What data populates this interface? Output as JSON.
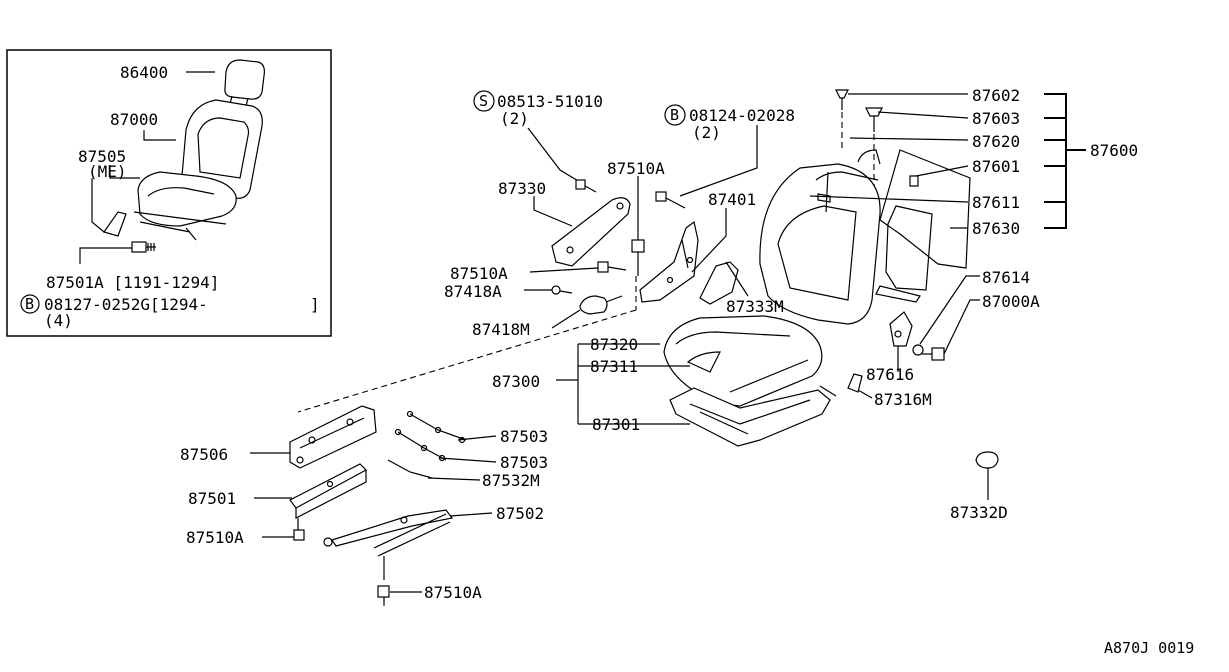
{
  "inset": {
    "labels": {
      "headrest": "86400",
      "seat_assembly": "87000",
      "cover": "87505",
      "cover_note": "(ME)",
      "bolt_a": "87501A [1191-1294]",
      "bolt_b_circle": "B",
      "bolt_b": "08127-0252G[1294-",
      "bolt_b_close": "]",
      "bolt_b_qty": "(4)"
    }
  },
  "labels": {
    "screw_s_circle": "S",
    "screw_s": "08513-51010",
    "screw_s_qty": "(2)",
    "bolt_b2_circle": "B",
    "bolt_b2": "08124-02028",
    "bolt_b2_qty": "(2)",
    "p87510a_top": "87510A",
    "p87330": "87330",
    "p87401": "87401",
    "p87510a_mid": "87510A",
    "p87418a": "87418A",
    "p87418m": "87418M",
    "p87333m": "87333M",
    "p87320": "87320",
    "p87311": "87311",
    "p87300": "87300",
    "p87301": "87301",
    "p87316m": "87316M",
    "p87602": "87602",
    "p87603": "87603",
    "p87620": "87620",
    "p87601": "87601",
    "p87611": "87611",
    "p87630": "87630",
    "p87600": "87600",
    "p87614": "87614",
    "p87000a": "87000A",
    "p87616": "87616",
    "p87332d": "87332D",
    "p87506": "87506",
    "p87503a": "87503",
    "p87503b": "87503",
    "p87532m": "87532M",
    "p87501": "87501",
    "p87502": "87502",
    "p87510a_left": "87510A",
    "p87510a_bottom": "87510A",
    "catalog_code": "A870J 0019"
  }
}
